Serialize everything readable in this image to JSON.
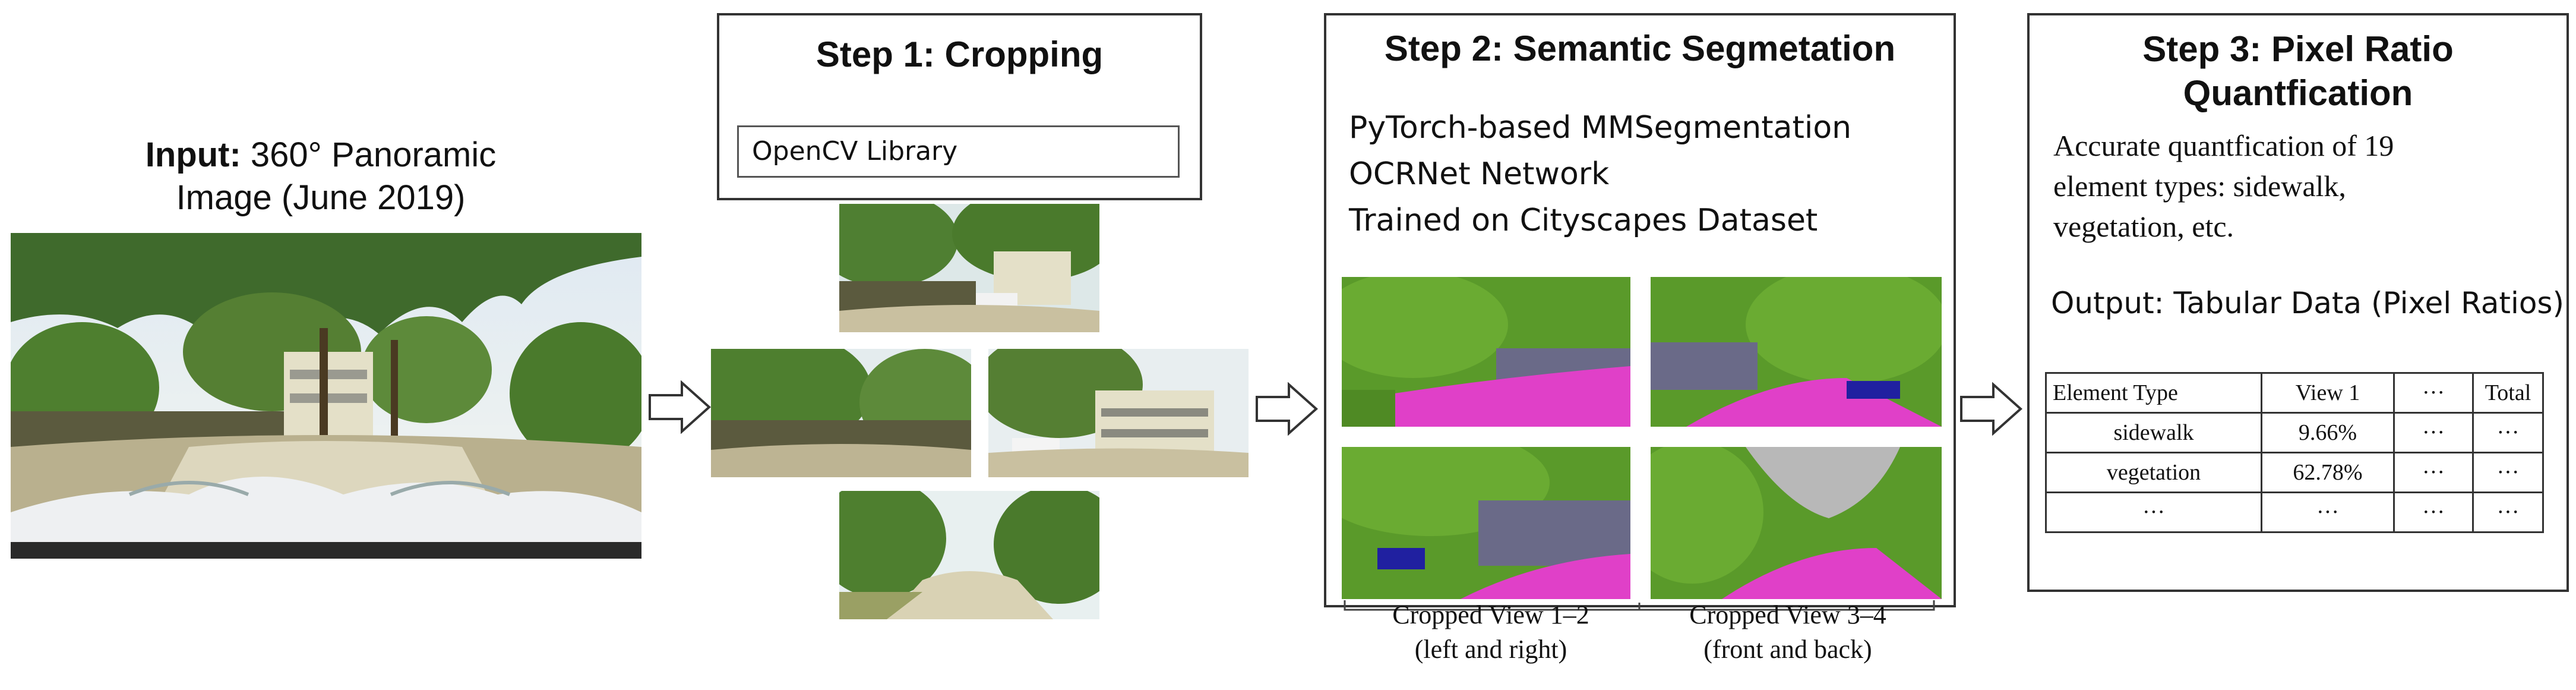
{
  "input": {
    "label_bold": "Input:",
    "label_rest": " 360° Panoramic",
    "label_line2": "Image (June 2019)"
  },
  "step1": {
    "title": "Step 1: Cropping",
    "library": "OpenCV Library"
  },
  "step2": {
    "title": "Step 2: Semantic Segmetation",
    "lines": [
      "PyTorch-based MMSegmentation",
      "OCRNet Network",
      "Trained on Cityscapes Dataset"
    ],
    "caption_left_1": "Cropped View 1–2",
    "caption_left_2": "(left and right)",
    "caption_right_1": "Cropped View 3–4",
    "caption_right_2": "(front and back)"
  },
  "step3": {
    "title_1": "Step 3: Pixel Ratio",
    "title_2": "Quantfication",
    "desc_1": "Accurate quantfication of 19",
    "desc_2": "element types: sidewalk,",
    "desc_3": "vegetation, etc.",
    "output": "Output: Tabular Data (Pixel Ratios)",
    "table": {
      "header": [
        "Element Type",
        "View 1",
        "···",
        "Total"
      ],
      "rows": [
        [
          "sidewalk",
          "9.66%",
          "···",
          "···"
        ],
        [
          "vegetation",
          "62.78%",
          "···",
          "···"
        ],
        [
          "···",
          "···",
          "···",
          "···"
        ]
      ]
    }
  },
  "colors": {
    "vegetation": "#5a9a2a",
    "sidewalk": "#e040c8",
    "building": "#6a6a88",
    "car": "#2020a0",
    "sky": "#b8b8b8"
  }
}
